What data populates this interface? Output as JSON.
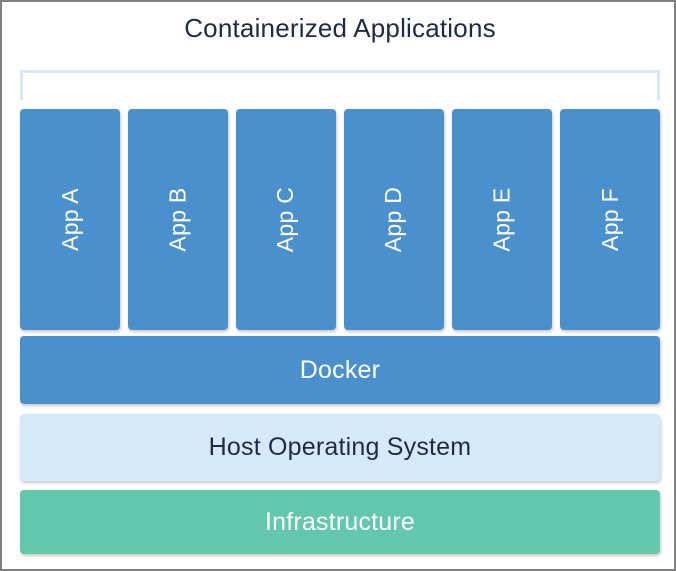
{
  "diagram": {
    "title": "Containerized Applications",
    "type": "layered-stack-diagram",
    "colors": {
      "app_blue": "#4a90cc",
      "light_blue": "#d6e9f8",
      "green": "#62c7ab",
      "title_text": "#1f2a44",
      "border_gray": "#808080",
      "background": "#ffffff"
    },
    "bracket": {
      "name": "containerized-applications-bracket",
      "color": "#d6e9f8"
    },
    "apps": [
      {
        "label": "App A"
      },
      {
        "label": "App B"
      },
      {
        "label": "App C"
      },
      {
        "label": "App D"
      },
      {
        "label": "App E"
      },
      {
        "label": "App F"
      }
    ],
    "layers": [
      {
        "label": "Docker",
        "color": "#4a90cc",
        "text_color": "#ffffff"
      },
      {
        "label": "Host Operating System",
        "color": "#d6e9f8",
        "text_color": "#1f2a44"
      },
      {
        "label": "Infrastructure",
        "color": "#62c7ab",
        "text_color": "#ffffff"
      }
    ]
  }
}
